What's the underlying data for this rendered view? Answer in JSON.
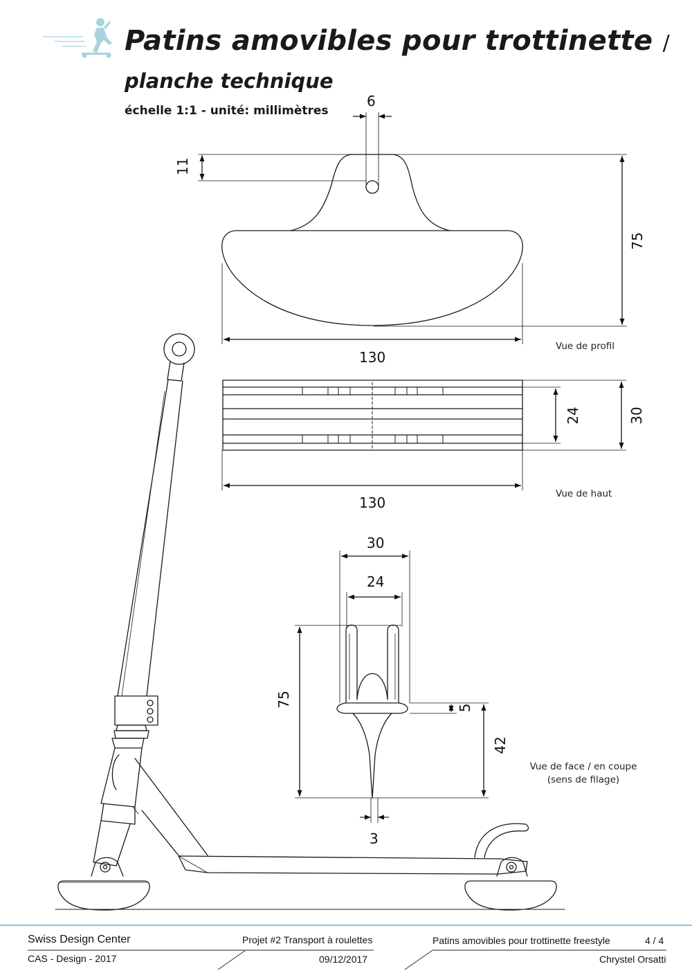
{
  "header": {
    "title": "Patins amovibles pour trottinette",
    "title_slash": "/",
    "subtitle": "planche technique",
    "scale_note": "échelle 1:1 - unité: millimètres"
  },
  "views": {
    "profile": {
      "label": "Vue de profil",
      "dim_width": "130",
      "dim_height": "75",
      "dim_hole": "6",
      "dim_hole_offset": "11"
    },
    "top": {
      "label": "Vue de haut",
      "dim_width": "130",
      "dim_inner": "24",
      "dim_outer": "30"
    },
    "front": {
      "label_line1": "Vue de face / en coupe",
      "label_line2": "(sens de filage)",
      "dim_outer_width": "30",
      "dim_inner_width": "24",
      "dim_total_height": "75",
      "dim_plate": "5",
      "dim_blade_height": "42",
      "dim_blade_tip": "3"
    }
  },
  "footer": {
    "org": "Swiss Design Center",
    "course": "CAS - Design - 2017",
    "project": "Projet #2 Transport à roulettes",
    "date": "09/12/2017",
    "sheet_title": "Patins amovibles pour trottinette freestyle",
    "page": "4 / 4",
    "author": "Chrystel Orsatti"
  },
  "colors": {
    "ink": "#1a1a1a",
    "accent": "#9ec9d8",
    "footer_rule": "#4a9fc0"
  },
  "icons": {
    "logo": "scooter-rider-icon"
  }
}
